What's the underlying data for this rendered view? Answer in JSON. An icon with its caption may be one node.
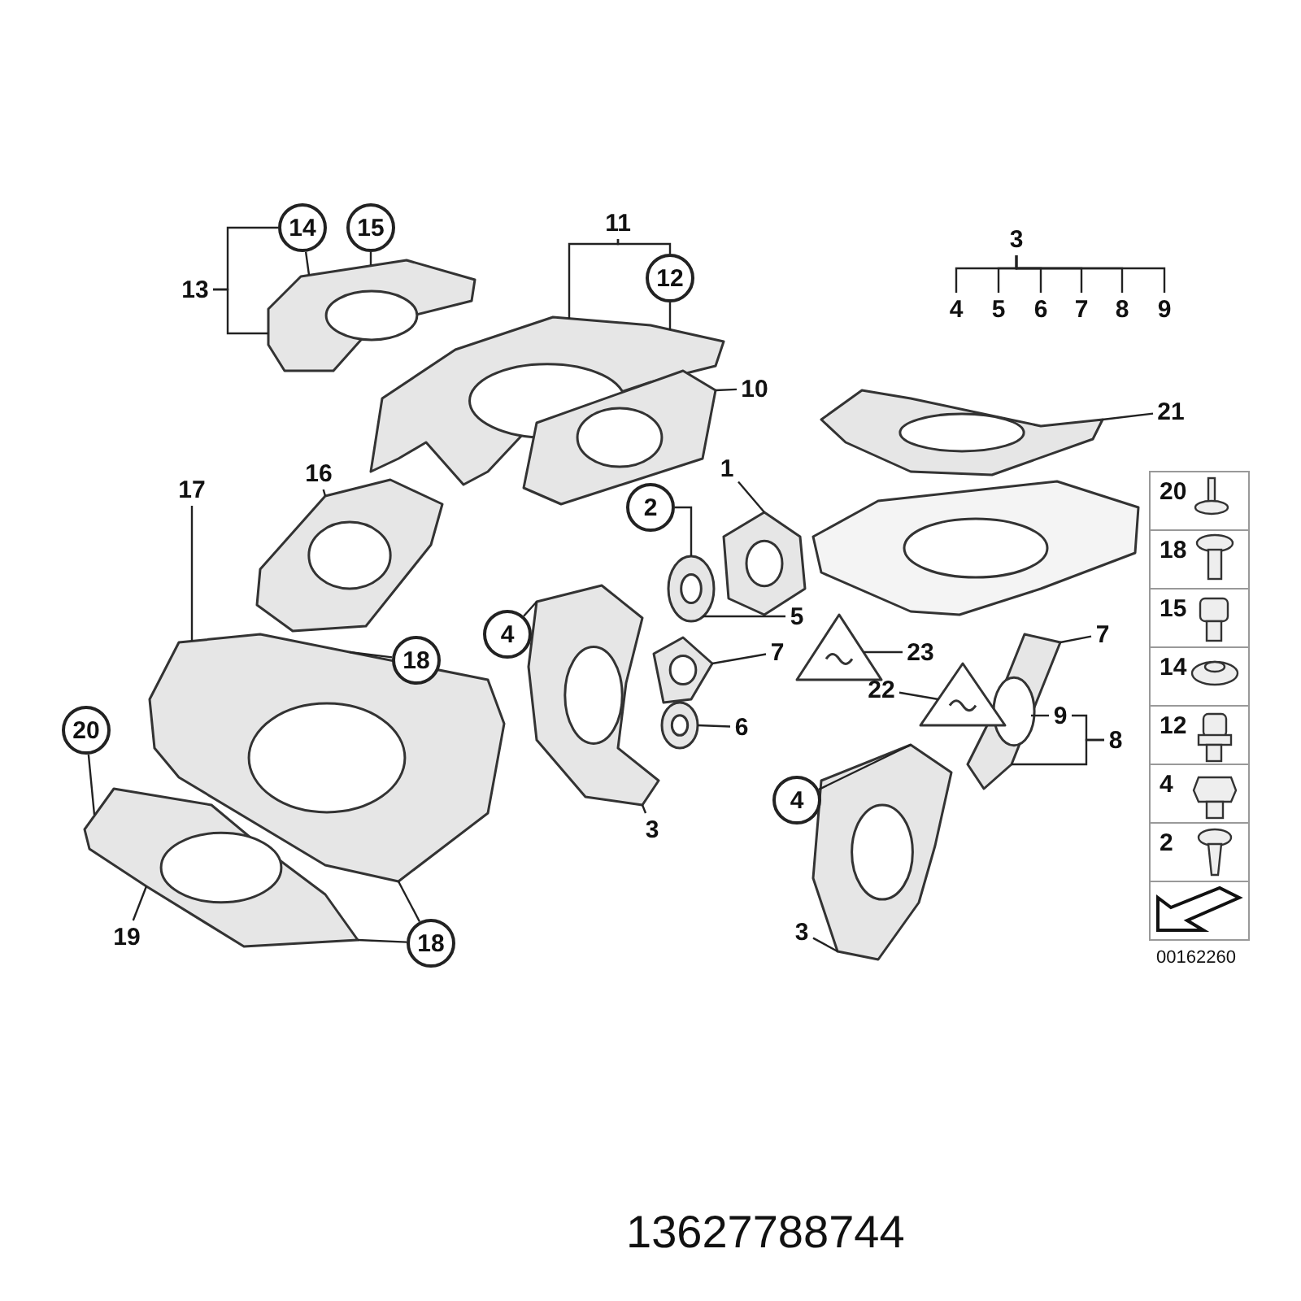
{
  "diagram": {
    "nodes": [
      {
        "text": [
          "13"
        ]
      },
      {
        "text": [
          "14"
        ]
      },
      {
        "text": [
          "15"
        ]
      },
      {
        "text": [
          "11"
        ]
      },
      {
        "text": [
          "12"
        ]
      },
      {
        "text": [
          "10"
        ]
      },
      {
        "text": [
          "3"
        ]
      },
      {
        "text": [
          "4"
        ]
      },
      {
        "text": [
          "5"
        ]
      },
      {
        "text": [
          "6"
        ]
      },
      {
        "text": [
          "7"
        ]
      },
      {
        "text": [
          "8"
        ]
      },
      {
        "text": [
          "9"
        ]
      },
      {
        "text": [
          "21"
        ]
      },
      {
        "text": [
          "16"
        ]
      },
      {
        "text": [
          "17"
        ]
      },
      {
        "text": [
          "2"
        ]
      },
      {
        "text": [
          "1"
        ]
      },
      {
        "text": [
          "4"
        ]
      },
      {
        "text": [
          "5"
        ]
      },
      {
        "text": [
          "7"
        ]
      },
      {
        "text": [
          "23"
        ]
      },
      {
        "text": [
          "18"
        ]
      },
      {
        "text": [
          "20"
        ]
      },
      {
        "text": [
          "22"
        ]
      },
      {
        "text": [
          "7"
        ]
      },
      {
        "text": [
          "9"
        ]
      },
      {
        "text": [
          "8"
        ]
      },
      {
        "text": [
          "6"
        ]
      },
      {
        "text": [
          "3"
        ]
      },
      {
        "text": [
          "4"
        ]
      },
      {
        "text": [
          "19"
        ]
      },
      {
        "text": [
          "18"
        ]
      },
      {
        "text": [
          "3"
        ]
      },
      {
        "text": [],
        "shape": "picture"
      },
      {
        "text": [],
        "shape": "picture"
      },
      {
        "text": [],
        "shape": "picture"
      },
      {
        "text": [],
        "shape": "picture"
      },
      {
        "text": [],
        "shape": "picture"
      },
      {
        "text": [],
        "shape": "picture"
      },
      {
        "text": [],
        "shape": "picture"
      },
      {
        "text": [],
        "shape": "picture"
      },
      {
        "text": [],
        "shape": "picture"
      },
      {
        "text": [],
        "shape": "picture"
      },
      {
        "text": [],
        "shape": "picture"
      },
      {
        "text": [],
        "shape": "picture"
      },
      {
        "text": [],
        "shape": "picture"
      },
      {
        "text": [],
        "shape": "picture"
      },
      {
        "text": [],
        "shape": "picture"
      },
      {
        "text": [],
        "shape": "picture"
      },
      {
        "text": [],
        "shape": "picture"
      }
    ],
    "edges": [
      {
        "from": 0,
        "to": 1,
        "arrow": "none"
      },
      {
        "from": 0,
        "to": 34,
        "arrow": "none"
      },
      {
        "from": 1,
        "to": 34,
        "arrow": "none"
      },
      {
        "from": 2,
        "to": 34,
        "arrow": "none"
      },
      {
        "from": 3,
        "to": 35,
        "arrow": "none"
      },
      {
        "from": 3,
        "to": 4,
        "arrow": "none"
      },
      {
        "from": 4,
        "to": 35,
        "arrow": "none"
      },
      {
        "from": 5,
        "to": 36,
        "arrow": "none"
      },
      {
        "from": 6,
        "to": 7,
        "arrow": "none"
      },
      {
        "from": 6,
        "to": 8,
        "arrow": "none"
      },
      {
        "from": 6,
        "to": 9,
        "arrow": "none"
      },
      {
        "from": 6,
        "to": 10,
        "arrow": "none"
      },
      {
        "from": 6,
        "to": 11,
        "arrow": "none"
      },
      {
        "from": 6,
        "to": 12,
        "arrow": "none"
      },
      {
        "from": 13,
        "to": 43,
        "arrow": "none"
      },
      {
        "from": 14,
        "to": 37,
        "arrow": "none"
      },
      {
        "from": 15,
        "to": 38,
        "arrow": "none"
      },
      {
        "from": 16,
        "to": 40,
        "arrow": "none"
      },
      {
        "from": 17,
        "to": 41,
        "arrow": "none"
      },
      {
        "from": 18,
        "to": 44,
        "arrow": "none"
      },
      {
        "from": 19,
        "to": 40,
        "arrow": "none"
      },
      {
        "from": 21,
        "to": 49,
        "arrow": "none"
      },
      {
        "from": 22,
        "to": 38,
        "arrow": "none"
      },
      {
        "from": 23,
        "to": 39,
        "arrow": "none"
      },
      {
        "from": 24,
        "to": 50,
        "arrow": "none"
      },
      {
        "from": 25,
        "to": 48,
        "arrow": "none"
      },
      {
        "from": 26,
        "to": 48,
        "arrow": "none"
      },
      {
        "from": 27,
        "to": 26,
        "arrow": "none"
      },
      {
        "from": 27,
        "to": 48,
        "arrow": "none"
      },
      {
        "from": 28,
        "to": 46,
        "arrow": "none"
      },
      {
        "from": 29,
        "to": 44,
        "arrow": "none"
      },
      {
        "from": 30,
        "to": 47,
        "arrow": "none"
      },
      {
        "from": 31,
        "to": 39,
        "arrow": "none"
      },
      {
        "from": 32,
        "to": 39,
        "arrow": "none"
      },
      {
        "from": 32,
        "to": 38,
        "arrow": "none"
      },
      {
        "from": 33,
        "to": 47,
        "arrow": "none"
      },
      {
        "from": 20,
        "to": 45,
        "arrow": "none"
      }
    ],
    "labels": [
      "20",
      "18",
      "15",
      "14",
      "12",
      "4",
      "2",
      "00162260",
      "13627788744"
    ]
  }
}
